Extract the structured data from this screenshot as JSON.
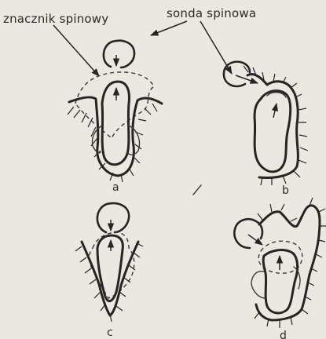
{
  "labels": {
    "spin_label": "znacznik spinowy",
    "spin_probe": "sonda spinowa"
  },
  "panels": {
    "a": "a",
    "b": "b",
    "c": "c",
    "d": "d"
  }
}
